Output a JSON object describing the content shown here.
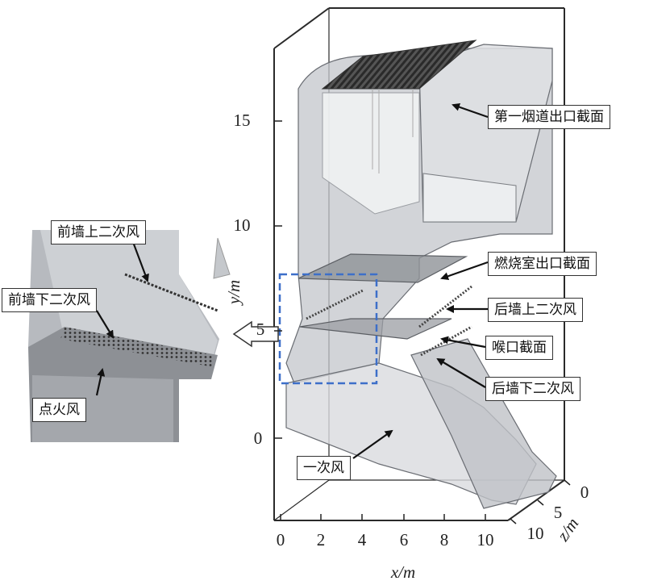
{
  "callouts": {
    "first_flue_outlet": "第一烟道出口截面",
    "furnace_outlet": "燃烧室出口截面",
    "rear_upper_secondary": "后墙上二次风",
    "throat": "喉口截面",
    "rear_lower_secondary": "后墙下二次风",
    "primary_air": "一次风",
    "front_upper_secondary": "前墙上二次风",
    "front_lower_secondary": "前墙下二次风",
    "ignition_air": "点火风"
  },
  "axes": {
    "y_ticks": [
      "15",
      "10",
      "5",
      "0"
    ],
    "x_ticks": [
      "0",
      "2",
      "4",
      "6",
      "8",
      "10"
    ],
    "z_ticks": [
      "0",
      "5",
      "10"
    ],
    "x_label": "x/m",
    "y_label": "y/m",
    "z_label": "z/m"
  },
  "colors": {
    "dashed_box": "#3d6fc9",
    "frame": "#2a2a2a",
    "body_fill": "#b9bcc2"
  }
}
